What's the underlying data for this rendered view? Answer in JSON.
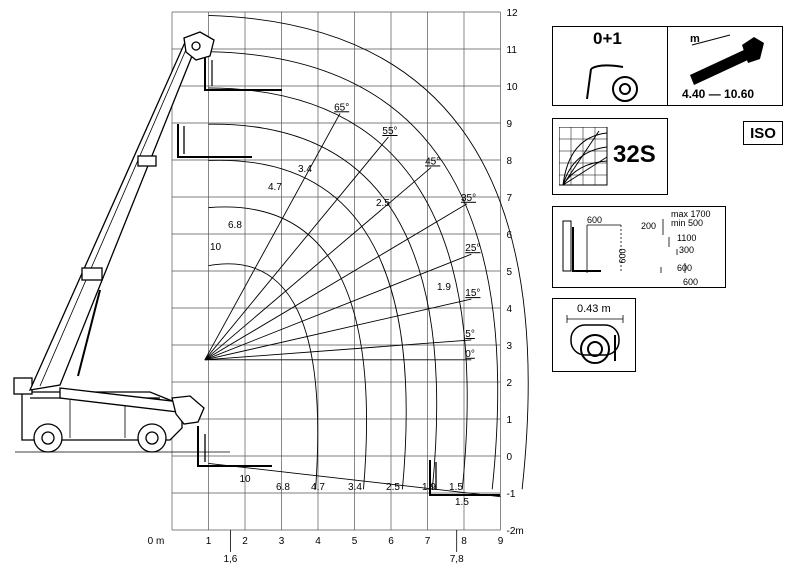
{
  "chart_data": {
    "type": "load-chart",
    "x_ticks": [
      "0 m",
      "1",
      "2",
      "3",
      "4",
      "5",
      "6",
      "7",
      "8",
      "9"
    ],
    "y_ticks": [
      "12",
      "11",
      "10",
      "9",
      "8",
      "7",
      "6",
      "5",
      "4",
      "3",
      "2",
      "1",
      "0",
      "-1",
      "-2m"
    ],
    "xlim": [
      0,
      9
    ],
    "ylim": [
      -2,
      12
    ],
    "extra_x_labels": [
      {
        "x": 1.6,
        "label": "1,6"
      },
      {
        "x": 7.8,
        "label": "7,8"
      }
    ],
    "angle_lines": [
      {
        "label": "65°",
        "angle": 65
      },
      {
        "label": "55°",
        "angle": 55
      },
      {
        "label": "45°",
        "angle": 45
      },
      {
        "label": "35°",
        "angle": 35
      },
      {
        "label": "25°",
        "angle": 25
      },
      {
        "label": "15°",
        "angle": 15
      },
      {
        "label": "5°",
        "angle": 5
      },
      {
        "label": "0°",
        "angle": 0
      }
    ],
    "load_arcs": [
      {
        "label": "10",
        "radius": 3.7
      },
      {
        "label": "6.8",
        "radius": 5.3
      },
      {
        "label": "4.7",
        "radius": 6.6
      },
      {
        "label": "3.4",
        "radius": 7.6
      },
      {
        "label": "2.5",
        "radius": 8.6
      },
      {
        "label": "1.9",
        "radius": 9.6
      },
      {
        "label": "1.5",
        "radius": 10.6
      }
    ],
    "bottom_load_labels": [
      "10",
      "6.8",
      "4.7",
      "3.4",
      "2.5",
      "1.9",
      "1.5"
    ]
  },
  "panels": {
    "stabilizers": {
      "label": "0+1"
    },
    "boom": {
      "unit": "m",
      "range": "4.40 — 10.60"
    },
    "model": {
      "label": "32S"
    },
    "iso": {
      "label": "ISO"
    },
    "forks": {
      "w600": "600",
      "h600": "600",
      "w200": "200",
      "max": "max 1700",
      "min": "min 500",
      "d1100": "1100",
      "d300": "300",
      "d600a": "600",
      "d600b": "600"
    },
    "tyre": {
      "dim": "0.43 m"
    }
  }
}
